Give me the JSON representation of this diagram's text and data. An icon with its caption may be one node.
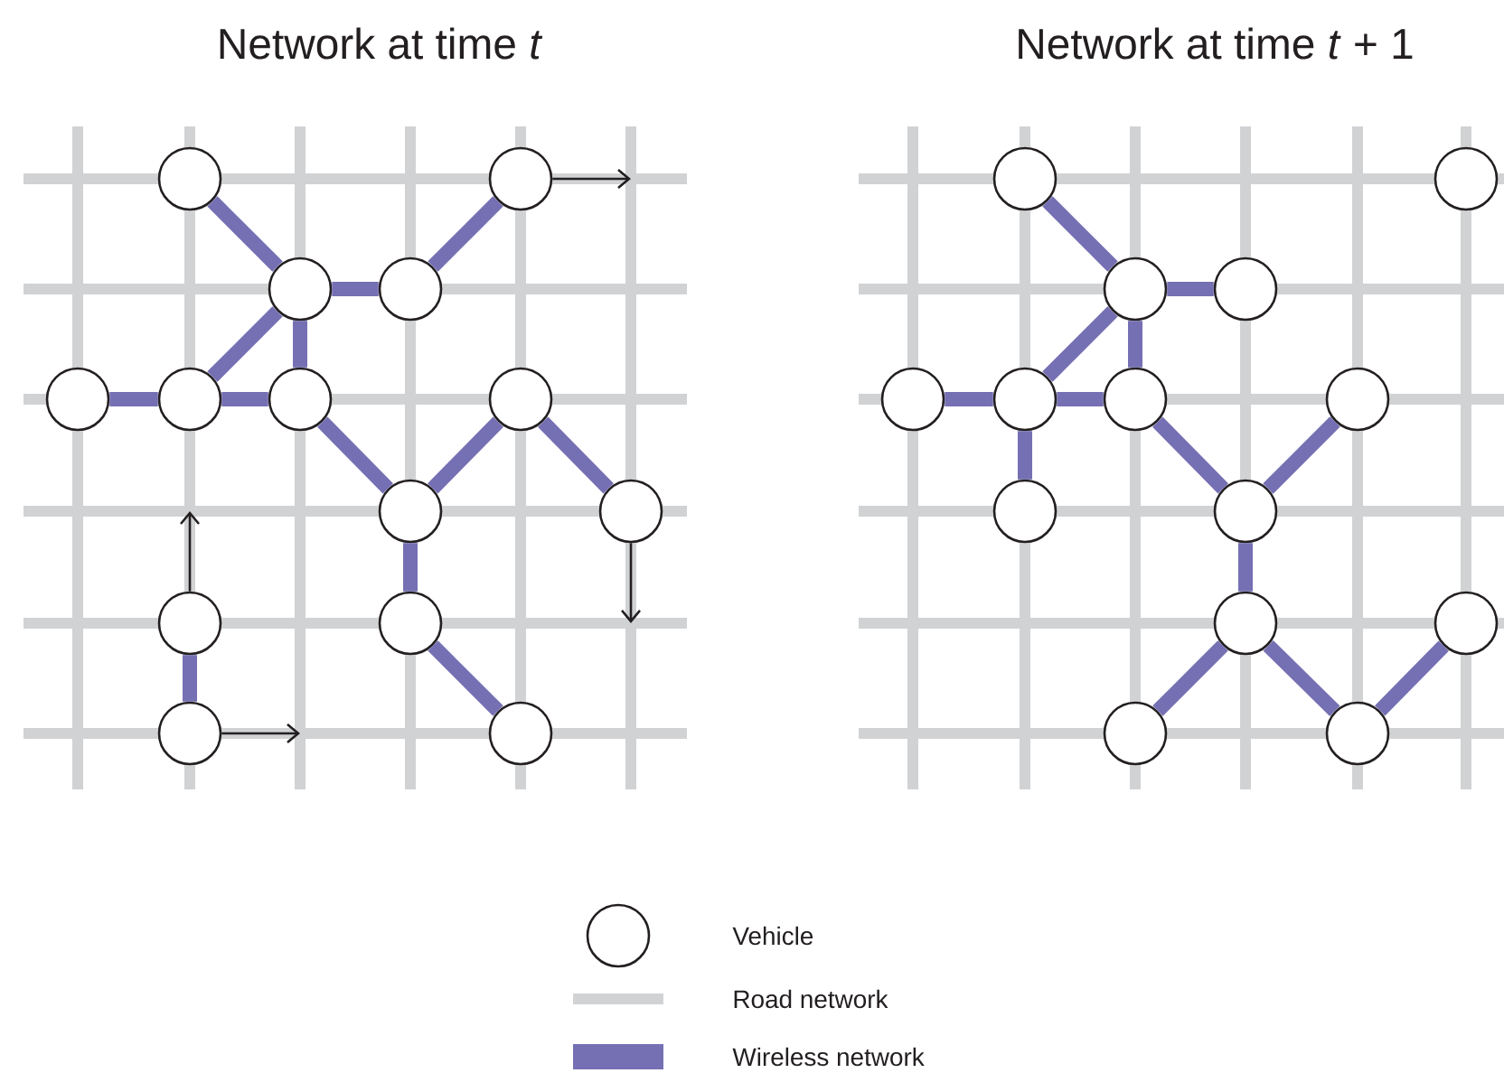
{
  "diagram": {
    "nodes": [
      {
        "text": [],
        "shape": "circle"
      },
      {
        "text": [],
        "shape": "circle"
      },
      {
        "text": [],
        "shape": "circle"
      },
      {
        "text": [],
        "shape": "circle"
      },
      {
        "text": [],
        "shape": "circle"
      },
      {
        "text": [],
        "shape": "circle"
      },
      {
        "text": [],
        "shape": "circle"
      },
      {
        "text": [],
        "shape": "circle"
      },
      {
        "text": [],
        "shape": "circle"
      },
      {
        "text": [],
        "shape": "circle"
      },
      {
        "text": [],
        "shape": "circle"
      },
      {
        "text": [],
        "shape": "circle"
      },
      {
        "text": [],
        "shape": "circle"
      },
      {
        "text": [],
        "shape": "circle"
      },
      {
        "text": [],
        "shape": "circle"
      },
      {
        "text": [],
        "shape": "circle"
      },
      {
        "text": [],
        "shape": "circle"
      },
      {
        "text": [],
        "shape": "circle"
      },
      {
        "text": [],
        "shape": "circle"
      },
      {
        "text": [],
        "shape": "circle"
      },
      {
        "text": [],
        "shape": "circle"
      },
      {
        "text": [],
        "shape": "circle"
      },
      {
        "text": [],
        "shape": "circle"
      },
      {
        "text": [],
        "shape": "circle"
      },
      {
        "text": [],
        "shape": "circle"
      },
      {
        "text": [],
        "shape": "circle"
      },
      {
        "text": [],
        "shape": "circle"
      },
      {
        "text": [],
        "shape": "circle"
      }
    ],
    "edges": [
      {
        "from": 0,
        "to": 2,
        "arrow": "none"
      },
      {
        "from": 2,
        "to": 3,
        "arrow": "none"
      },
      {
        "from": 3,
        "to": 1,
        "arrow": "none"
      },
      {
        "from": 2,
        "to": 5,
        "arrow": "none"
      },
      {
        "from": 2,
        "to": 6,
        "arrow": "none"
      },
      {
        "from": 4,
        "to": 5,
        "arrow": "none"
      },
      {
        "from": 5,
        "to": 6,
        "arrow": "none"
      },
      {
        "from": 6,
        "to": 8,
        "arrow": "none"
      },
      {
        "from": 8,
        "to": 7,
        "arrow": "none"
      },
      {
        "from": 7,
        "to": 9,
        "arrow": "none"
      },
      {
        "from": 8,
        "to": 11,
        "arrow": "none"
      },
      {
        "from": 11,
        "to": 13,
        "arrow": "none"
      },
      {
        "from": 10,
        "to": 12,
        "arrow": "none"
      },
      {
        "from": 1,
        "to": null,
        "arrow": "to",
        "color": "#231f20"
      },
      {
        "from": 10,
        "to": null,
        "arrow": "to",
        "color": "#231f20"
      },
      {
        "from": 9,
        "to": null,
        "arrow": "to",
        "color": "#231f20"
      },
      {
        "from": 12,
        "to": null,
        "arrow": "to",
        "color": "#231f20"
      },
      {
        "from": 14,
        "to": 16,
        "arrow": "none"
      },
      {
        "from": 16,
        "to": 17,
        "arrow": "none"
      },
      {
        "from": 16,
        "to": 19,
        "arrow": "none"
      },
      {
        "from": 16,
        "to": 20,
        "arrow": "none"
      },
      {
        "from": 18,
        "to": 19,
        "arrow": "none"
      },
      {
        "from": 19,
        "to": 20,
        "arrow": "none"
      },
      {
        "from": 19,
        "to": 22,
        "arrow": "none"
      },
      {
        "from": 20,
        "to": 23,
        "arrow": "none"
      },
      {
        "from": 23,
        "to": 21,
        "arrow": "none"
      },
      {
        "from": 23,
        "to": 24,
        "arrow": "none"
      },
      {
        "from": 24,
        "to": 26,
        "arrow": "none"
      },
      {
        "from": 24,
        "to": 27,
        "arrow": "none"
      },
      {
        "from": 27,
        "to": 25,
        "arrow": "none"
      }
    ],
    "labels": [
      "Network at time *t*",
      "Network at time *t* + 1"
    ],
    "legend": [
      {
        "text": "Vehicle"
      },
      {
        "text": "Road network",
        "color": "#d1d2d4"
      },
      {
        "text": "Wireless network",
        "color": "#7570b3"
      }
    ]
  }
}
